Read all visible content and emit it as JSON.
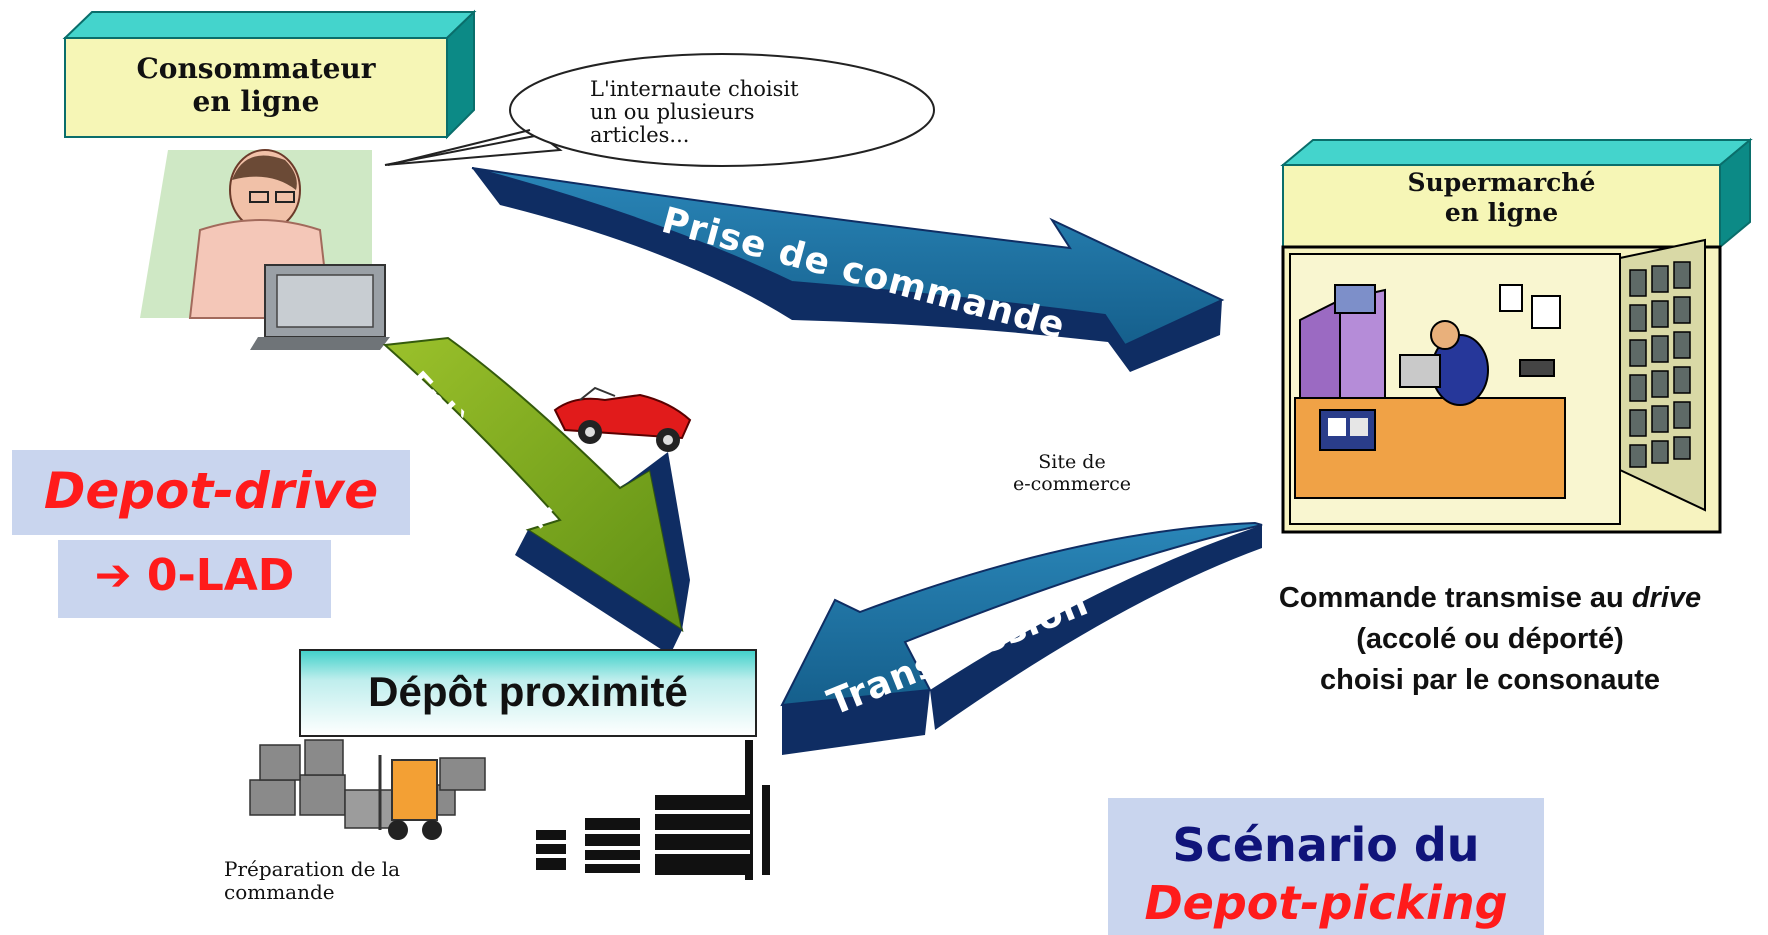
{
  "consumer_box": {
    "line1": "Consommateur",
    "line2": "en ligne"
  },
  "speech_bubble": {
    "line1": "L'internaute choisit",
    "line2": "un ou plusieurs",
    "line3": "articles..."
  },
  "arrows": {
    "order": "Prise de commande",
    "pickup": "Enlèvement",
    "transmission": "Transmission"
  },
  "supermarket_box": {
    "line1": "Supermarché",
    "line2": "en ligne"
  },
  "site_label": {
    "line1": "Site de",
    "line2": "e-commerce"
  },
  "depot_drive": {
    "title": "Depot-drive",
    "arrow_glyph": "➔",
    "subtitle": "0-LAD"
  },
  "depot_box": {
    "label": "Dépôt proximité"
  },
  "preparation": {
    "line1": "Préparation de la",
    "line2": "commande"
  },
  "transmitted_note": {
    "line1_prefix": "Commande transmise au ",
    "line1_emph": "drive",
    "line2": "(accolé ou déporté)",
    "line3": "choisi par le consonaute"
  },
  "scenario": {
    "line1": "Scénario du",
    "line2": "Depot-picking"
  },
  "colors": {
    "box_top": "#3fcfc8",
    "box_front": "#f7f7b8",
    "box_side": "#0d8a87",
    "arrow_blue": "#1a6f9e",
    "arrow_dark": "#0f2d63",
    "arrow_green": "#7aa81b",
    "red": "#ff1b1b",
    "panel": "#c9d5ee",
    "scenario_text": "#10147a"
  }
}
